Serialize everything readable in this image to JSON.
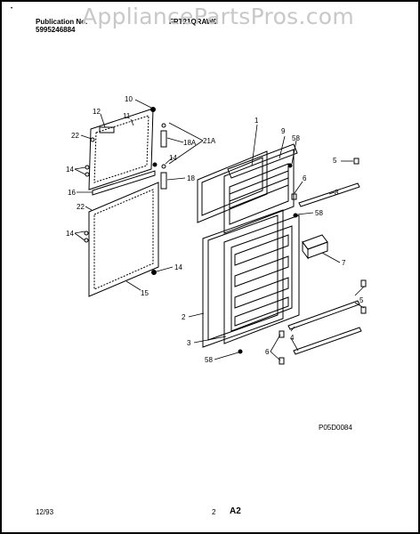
{
  "header": {
    "publication_label": "Publication No.",
    "publication_number": "5995246884",
    "model": "FRT21QRAW0",
    "watermark": "AppliancePartsPros.com"
  },
  "diagram_code": "P05D0084",
  "footer": {
    "date": "12/93",
    "page": "2",
    "section": "A2"
  },
  "callouts": {
    "c1": "1",
    "c2": "2",
    "c3": "3",
    "c4": "4",
    "c5a": "5",
    "c5b": "5",
    "c6a": "6",
    "c6b": "6",
    "c7": "7",
    "c8": "8",
    "c9": "9",
    "c10": "10",
    "c11": "11",
    "c12": "12",
    "c14a": "14",
    "c14b": "14",
    "c14c": "14",
    "c14d": "14",
    "c15": "15",
    "c16": "16",
    "c18": "18",
    "c18a": "18A",
    "c21a": "21A",
    "c22a": "22",
    "c22b": "22",
    "c58a": "58",
    "c58b": "58",
    "c58c": "58"
  }
}
